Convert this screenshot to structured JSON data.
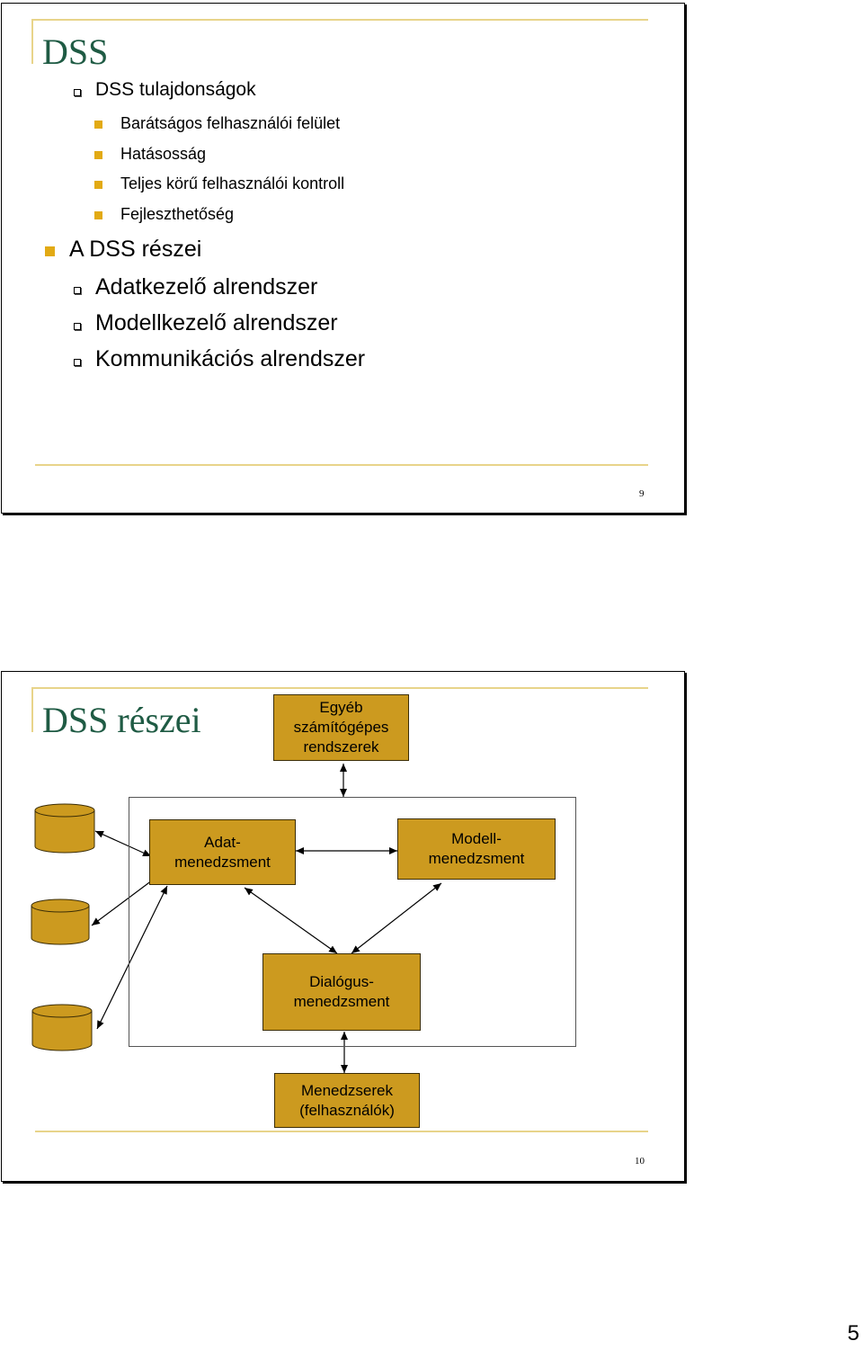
{
  "slide1": {
    "title": "DSS",
    "items": [
      {
        "text": "DSS tulajdonságok",
        "level": "sub-box"
      },
      {
        "text": "Barátságos felhasználói felület",
        "level": "sub-fill"
      },
      {
        "text": "Hatásosság",
        "level": "sub-fill"
      },
      {
        "text": "Teljes körű felhasználói kontroll",
        "level": "sub-fill"
      },
      {
        "text": "Fejleszthetőség",
        "level": "sub-fill"
      },
      {
        "text": "A DSS részei",
        "level": "main-fill"
      },
      {
        "text": "Adatkezelő alrendszer",
        "level": "sub-box"
      },
      {
        "text": "Modellkezelő alrendszer",
        "level": "sub-box"
      },
      {
        "text": "Kommunikációs alrendszer",
        "level": "sub-box"
      }
    ],
    "page_number": "9"
  },
  "slide2": {
    "title": "DSS részei",
    "boxes": {
      "other_systems": "Egyéb\nszámítógépes\nrendszerek",
      "data_mgmt": "Adat-\nmenedzsment",
      "model_mgmt": "Modell-\nmenedzsment",
      "dialog_mgmt": "Dialógus-\nmenedzsment",
      "managers": "Menedzserek\n(felhasználók)"
    },
    "page_number": "10"
  },
  "document_page_number": "5",
  "colors": {
    "title": "#1f5b44",
    "accent_line": "#e8d48a",
    "box_fill": "#cc9a1f",
    "bullet_fill": "#e2aa14"
  }
}
